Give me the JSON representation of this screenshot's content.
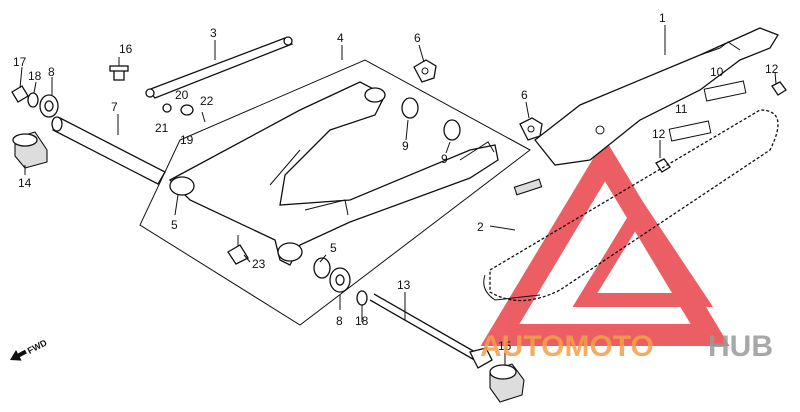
{
  "diagram": {
    "callouts": {
      "c1": "1",
      "c2": "2",
      "c3": "3",
      "c4": "4",
      "c5a": "5",
      "c5b": "5",
      "c6a": "6",
      "c6b": "6",
      "c7": "7",
      "c8a": "8",
      "c8b": "8",
      "c9a": "9",
      "c9b": "9",
      "c10": "10",
      "c11": "11",
      "c12a": "12",
      "c12b": "12",
      "c13": "13",
      "c14": "14",
      "c15": "15",
      "c16": "16",
      "c17": "17",
      "c18a": "18",
      "c18b": "18",
      "c19": "19",
      "c20": "20",
      "c21": "21",
      "c22": "22",
      "c23": "23"
    },
    "fwd_label": "FWD",
    "watermark": {
      "part_a": "AUTOMOTO",
      "part_b": "HUB",
      "color_a": "#f2a04a",
      "color_b": "#9a9a9a",
      "logo_color": "#e8434a"
    }
  }
}
